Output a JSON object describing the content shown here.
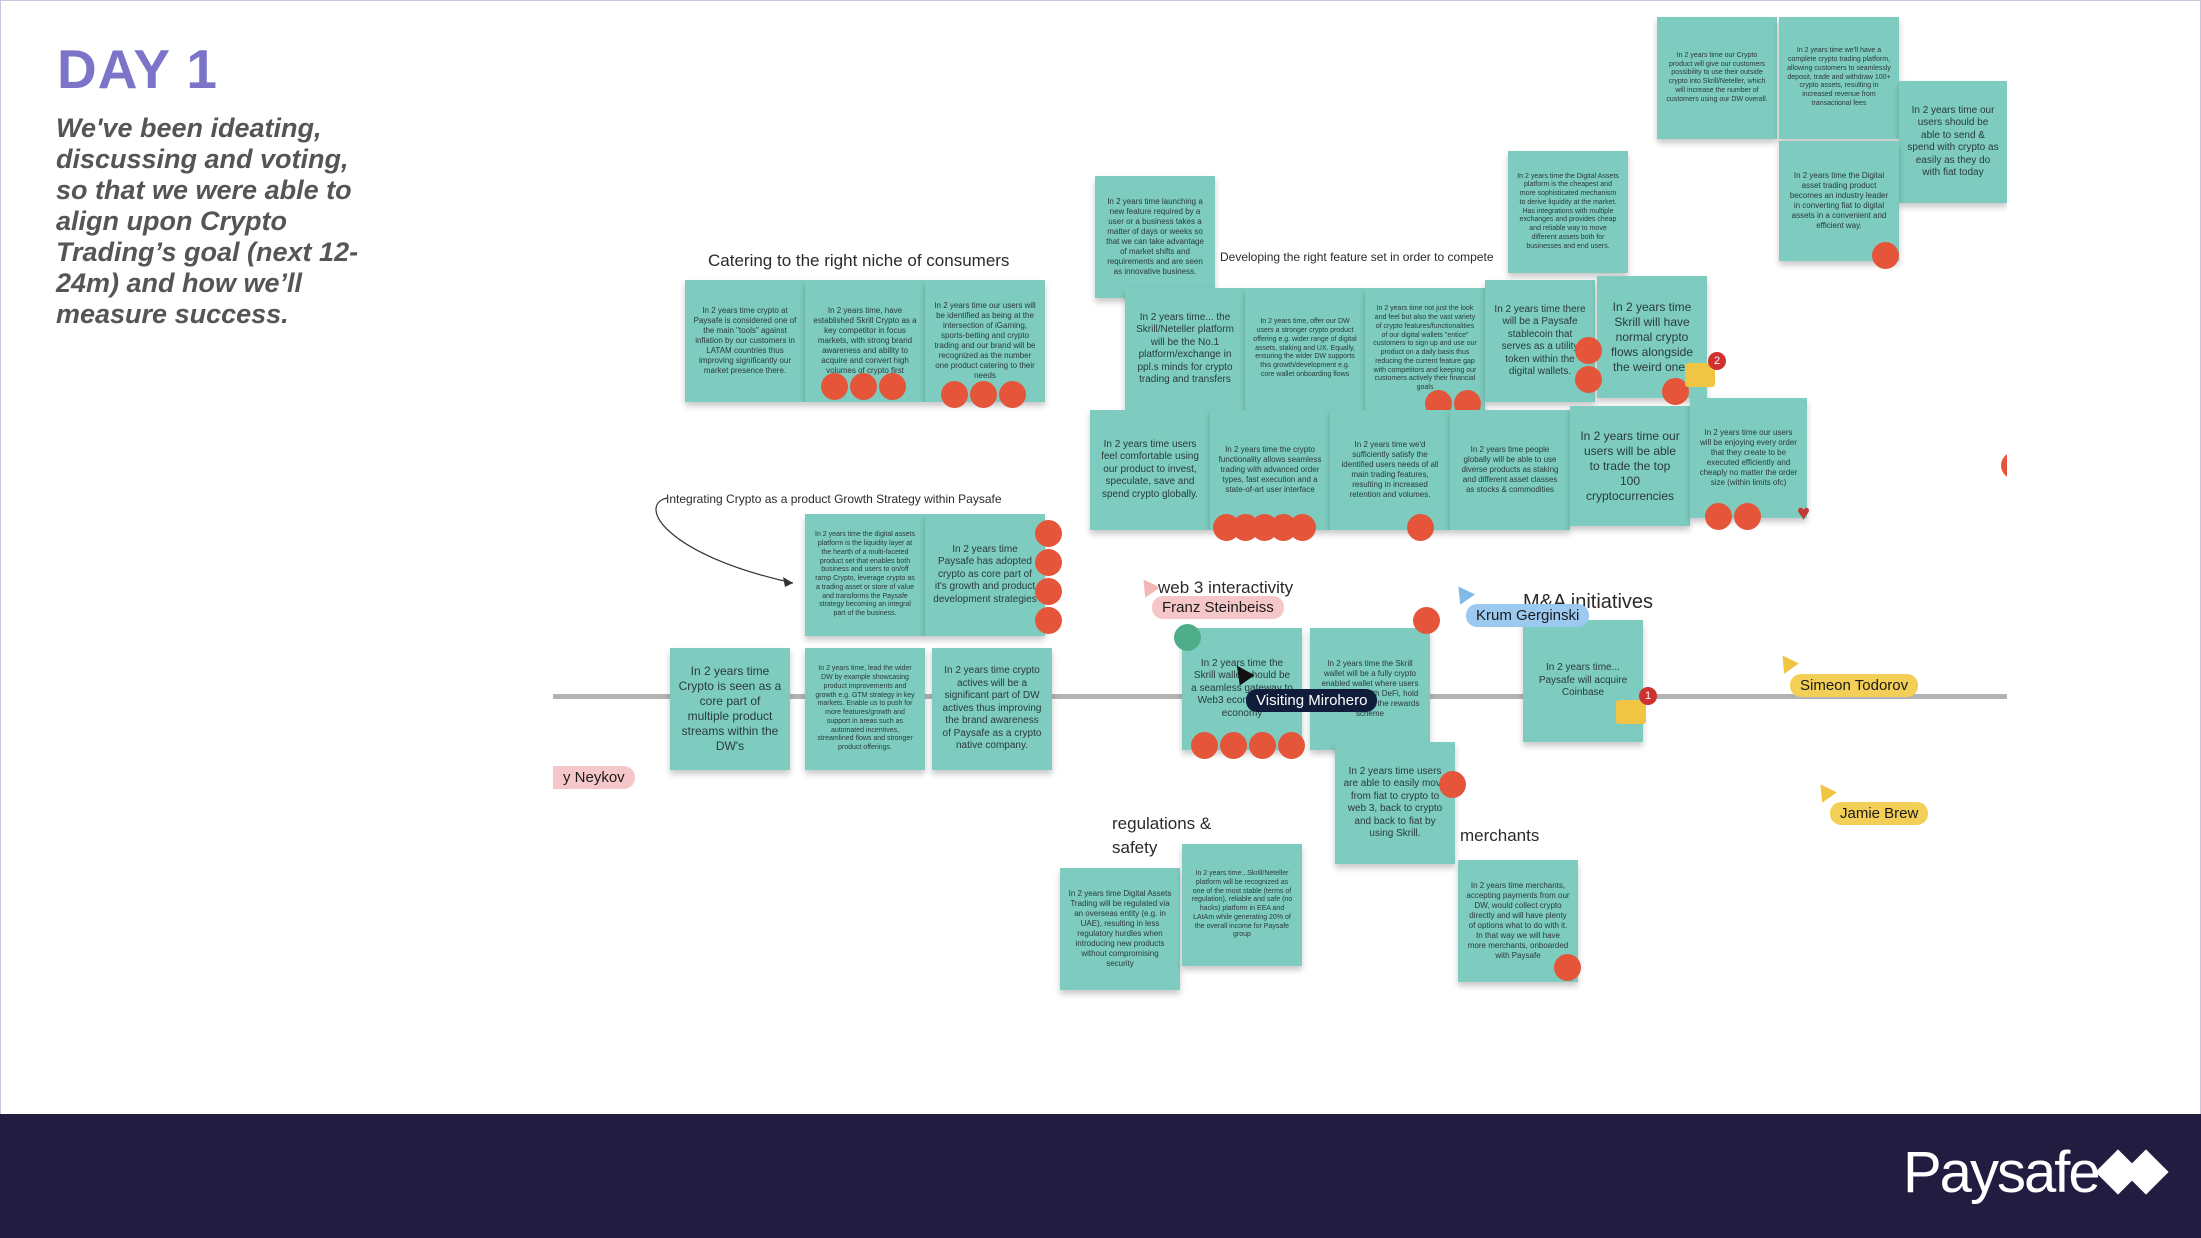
{
  "slide": {
    "title": "DAY 1",
    "subtitle": "We've been ideating, discussing and voting, so that we were able to align upon Crypto Trading’s goal (next 12-24m) and how we’ll measure success."
  },
  "board": {
    "labels": {
      "consumers": "Catering to the right niche of consumers",
      "features": "Developing the right feature set in order to compete",
      "growth": "Integrating Crypto as a product Growth Strategy within Paysafe",
      "web3": "web 3 interactivity",
      "ma": "M&A initiatives",
      "regulations": "regulations & safety",
      "merchants": "merchants"
    },
    "notes": {
      "n1": "In 2 years time our Crypto product will give our customers possibility to use their outside crypto into Skrill/Neteller, which will increase the number of customers using our DW overall.",
      "n2": "In 2 years time we'll have a complete crypto trading platform, allowing customers to seamlessly deposit, trade and withdraw 100+ crypto assets, resulting in increased revenue from transactional fees",
      "n3": "In 2 years time our users should be able to send & spend with crypto as easily as they do with fiat today",
      "n4": "In 2 years time the Digital asset trading product becomes an industry leader in converting fiat to digital assets in a convenient and efficient way.",
      "n5": "In 2 years time the Digital Assets platform is the cheapest and more sophisticated mechanism to derive liquidity at the market. Has integrations with multiple exchanges and provides cheap and reliable way to move different assets both for businesses and end users.",
      "n6": "In 2 years time launching a new feature required by a user or a business takes a matter of days or weeks so that we can take advantage of market shifts and requirements and are seen as innovative business.",
      "n7": "In 2 years time crypto at Paysafe is considered one of the main \"tools\" against inflation by our customers in LATAM countries thus improving significantly our market presence there.",
      "n8": "In 2 years time, have established Skrill Crypto as a key competitor in focus markets, with strong brand awareness and ability to acquire and convert high volumes of crypto first",
      "n9": "In 2 years time our users will be identified as being at the intersection of iGaming, sports-betting and crypto trading and our brand will be recognized as the number one product catering to their needs",
      "n10": "In 2 years time... the Skrill/Neteller platform will be the No.1 platform/exchange in ppl.s minds for crypto trading and transfers",
      "n11": "In 2 years time, offer our DW users a stronger crypto product offering e.g. wider range of digital assets, staking and UX. Equally, ensuring the wider DW supports this growth/development e.g. core wallet onboarding flows",
      "n12": "In 2 years time not just the look and feel but also the vast variety of crypto features/functionalities of our digital wallets \"entice\" customers to sign up and use our product on a daily basis thus reducing the current feature gap with competitors and keeping our customers actively their financial goals",
      "n13": "In 2 years time there will be a Paysafe stablecoin that serves as a utility token within the digital wallets.",
      "n14": "In 2 years time Skrill will have normal crypto flows alongside the weird ones",
      "n15": "In 2 years time users feel comfortable using our product to invest, speculate, save and spend crypto globally.",
      "n16": "In 2 years time the crypto functionality allows seamless trading with advanced order types, fast execution and a state-of-art user interface",
      "n17": "In 2 years time we'd sufficiently satisfy the identified users needs of all main trading features, resulting in increased retention and volumes.",
      "n18": "In 2 years time people globally will be able to use diverse products as staking and different asset classes as stocks & commodities",
      "n19": "In 2 years time our users will be able to trade the top 100 cryptocurrencies",
      "n20": "In 2 years time our users will be enjoying every order that they create to be executed efficiently and cheaply no matter the order size (within limits ofc)",
      "n21": "In 2 years time the digital assets platform is the liquidity layer at the hearth of a multi-faceted product set that enables both business and users to on/off ramp Crypto, leverage crypto as a trading asset or store of value and transforms the Paysafe strategy becoming an integral part of the business.",
      "n22": "In 2 years time Paysafe has adopted crypto as core part of it's growth and product development strategies",
      "n23": "In 2 years time Crypto is seen as a core part of multiple product streams within the DW's",
      "n24": "In 2 years time, lead the wider DW by example showcasing product improvements and growth e.g. GTM strategy in key markets. Enable us to push for more features/growth and support in areas such as automated incentives, streamlined flows and stronger product offerings.",
      "n25": "In 2 years time crypto actives will be a significant part of DW actives thus improving the brand awareness of Paysafe as a crypto native company.",
      "n26": "In 2 years time the Skrill wallet should be a seamless gateway to Web3 economy and economy",
      "n27": "In 2 years time the Skrill wallet will be a fully crypto enabled wallet where users can interact with DeFi, hold collected NFTs, the rewards scheme",
      "n28": "In 2 years time... Paysafe will acquire Coinbase",
      "n29": "In 2 years time users are able to easily move from fiat to crypto to web 3, back to crypto and back to fiat by using Skrill.",
      "n30": "In 2 years time Digital Assets Trading will be regulated via an overseas entity (e.g. in UAE), resulting in less regulatory hurdles when introducing new products without compromising security",
      "n31": "In 2 years time...Skrill/Neteller platform will be recognized as one of the most stable (terms of regulation), reliable and safe (no hacks) platform in EEA and LAtAm while generating 20% of the overall income for Paysafe group",
      "n32": "In 2 years time merchants, accepting payments from our DW, would collect crypto directly and will have plenty of options what to do with it. In that way we will have more merchants, onboarded with Paysafe"
    },
    "collaborators": {
      "franz": "Franz Steinbeiss",
      "krum": "Krum Gerginski",
      "simeon": "Simeon Todorov",
      "jamie": "Jamie Brew",
      "neykov": "y Neykov",
      "visiting": "Visiting Mirohero"
    },
    "badges": {
      "b1": "2",
      "b2": "1"
    }
  },
  "footer": {
    "brand": "Paysafe"
  },
  "colors": {
    "title": "#7b74c9",
    "note": "#7ecbbf",
    "vote": "#e5553a",
    "footer": "#221c40"
  }
}
